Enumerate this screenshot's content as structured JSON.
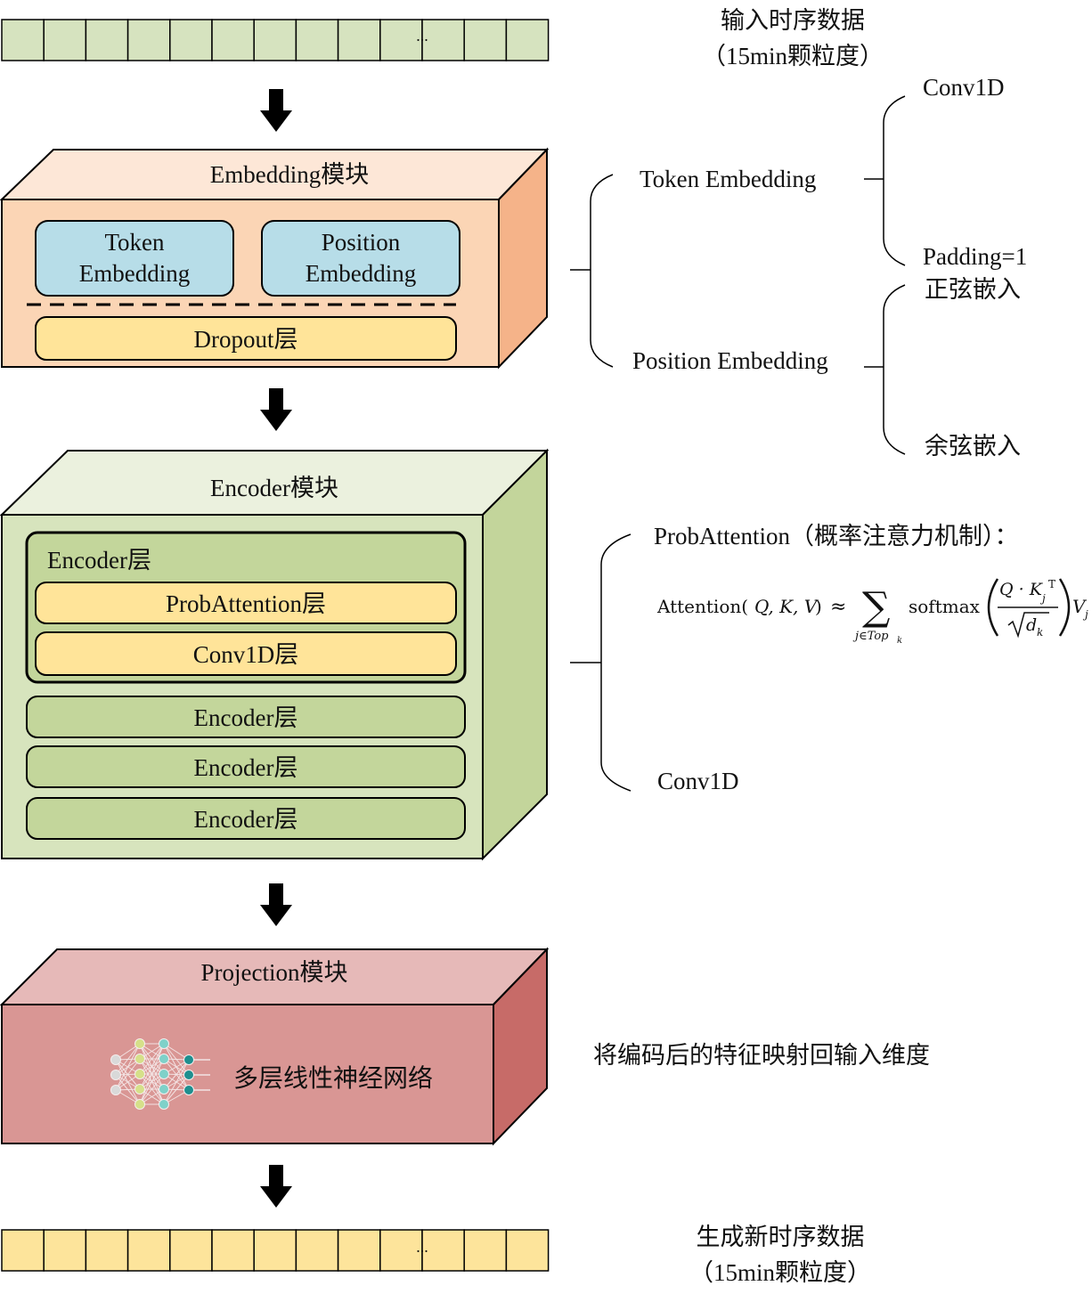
{
  "input": {
    "ellipsis": "...",
    "label_line1": "输入时序数据",
    "label_line2": "（15min颗粒度）"
  },
  "embedding": {
    "title": "Embedding模块",
    "token_line1": "Token",
    "token_line2": "Embedding",
    "position_line1": "Position",
    "position_line2": "Embedding",
    "dropout": "Dropout层"
  },
  "embedding_tree": {
    "token": "Token Embedding",
    "position": "Position Embedding",
    "conv1d": "Conv1D",
    "padding": "Padding=1",
    "sine": "正弦嵌入",
    "cosine": "余弦嵌入"
  },
  "encoder": {
    "title": "Encoder模块",
    "layer_title": "Encoder层",
    "prob_attention": "ProbAttention层",
    "conv1d": "Conv1D层",
    "layers": [
      "Encoder层",
      "Encoder层",
      "Encoder层"
    ]
  },
  "encoder_tree": {
    "prob_attention": "ProbAttention（概率注意力机制）：",
    "conv1d": "Conv1D",
    "formula": {
      "lhs": "Attention(",
      "args": "Q, K, V",
      "close": ")",
      "approx": "≈",
      "sum": "∑",
      "sum_sub": "j∈Top",
      "sum_sub_k": "k",
      "softmax": "softmax",
      "num": "Q · K",
      "num_sub": "j",
      "num_sup": "T",
      "den": "d",
      "den_sub": "k",
      "v": "V",
      "v_sub": "j"
    }
  },
  "projection": {
    "title": "Projection模块",
    "label": "多层线性神经网络",
    "note": "将编码后的特征映射回输入维度"
  },
  "output": {
    "ellipsis": "...",
    "label_line1": "生成新时序数据",
    "label_line2": "（15min颗粒度）"
  },
  "colors": {
    "input_cell": "#d6e3bf",
    "embed_front": "#fbd5b5",
    "embed_top": "#fde7d7",
    "embed_side": "#f5b389",
    "blue_box": "#b7dde8",
    "yellow_box": "#ffe499",
    "enc_front": "#d7e4bd",
    "enc_top": "#ebf1de",
    "enc_side": "#c3d59b",
    "enc_layer": "#c3d69b",
    "proj_front": "#d99694",
    "proj_top": "#e6b9b8",
    "proj_side": "#c76b68",
    "output_cell": "#fde49b"
  }
}
